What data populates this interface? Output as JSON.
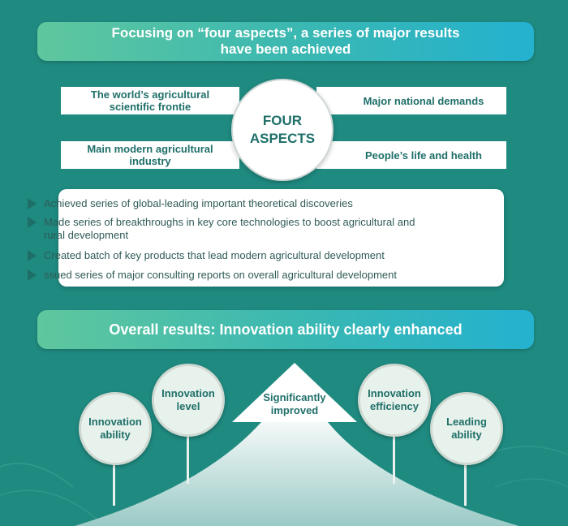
{
  "header": {
    "title_line1": "Focusing on “four aspects”, a series of major results",
    "title_line2": "have been achieved"
  },
  "four_aspects": {
    "center_line1": "FOUR",
    "center_line2": "ASPECTS",
    "top_left_line1": "The world’s agricultural",
    "top_left_line2": "scientific frontie",
    "top_right": "Major national demands",
    "bottom_left_line1": "Main modern agricultural",
    "bottom_left_line2": "industry",
    "bottom_right": "People’s life and health"
  },
  "results": [
    "Achieved series of global-leading important theoretical discoveries",
    "Made series of breakthroughs in key core technologies to boost agricultural and rural development",
    "Created batch of key products that lead modern agricultural development",
    "ssued series of major consulting reports on overall agricultural development"
  ],
  "overall": {
    "title": "Overall results: Innovation ability clearly enhanced",
    "arrow_line1": "Significantly",
    "arrow_line2": "improved",
    "bubbles": [
      {
        "line1": "Innovation",
        "line2": "ability"
      },
      {
        "line1": "Innovation",
        "line2": "level"
      },
      {
        "line1": "Innovation",
        "line2": "efficiency"
      },
      {
        "line1": "Leading",
        "line2": "ability"
      }
    ]
  },
  "colors": {
    "background": "#1f8a80",
    "banner_start": "#5fc79e",
    "banner_end": "#24b2cf",
    "text_dark": "#1f6f69",
    "panel": "#ffffff"
  }
}
